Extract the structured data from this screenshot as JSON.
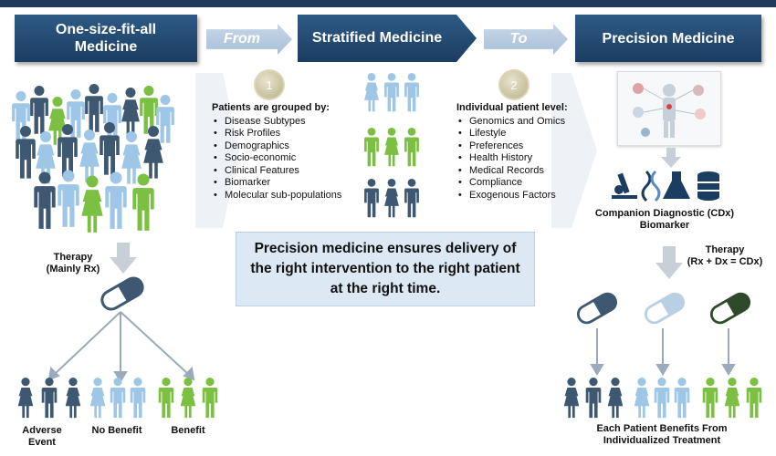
{
  "headers": {
    "one_size": "One-size-fit-all Medicine",
    "from": "From",
    "stratified": "Stratified Medicine",
    "to": "To",
    "precision": "Precision Medicine"
  },
  "steps": {
    "one": "1",
    "two": "2"
  },
  "stratified_list": {
    "title": "Patients are grouped by:",
    "items": [
      "Disease Subtypes",
      "Risk Profiles",
      "Demographics",
      "Socio-economic",
      "Clinical Features",
      "Biomarker",
      "Molecular sub-populations"
    ]
  },
  "precision_list": {
    "title": "Individual patient level:",
    "items": [
      "Genomics and Omics",
      "Lifestyle",
      "Preferences",
      "Health History",
      "Medical Records",
      "Compliance",
      "Exogenous Factors"
    ]
  },
  "message": "Precision medicine ensures delivery of the right intervention to the right patient at the right time.",
  "left": {
    "therapy": "Therapy",
    "therapy_sub": "(Mainly Rx)",
    "outcomes": [
      "Adverse Event",
      "No Benefit",
      "Benefit"
    ]
  },
  "right": {
    "cdx": "Companion Diagnostic (CDx)",
    "biomarker": "Biomarker",
    "therapy": "Therapy",
    "therapy_sub": "(Rx + Dx = CDx)",
    "footer": "Each Patient Benefits From Individualized Treatment"
  },
  "colors": {
    "navy": "#1c3d62",
    "dark_person": "#3f5872",
    "light_person": "#9ec6e6",
    "green_person": "#7cc043",
    "message_bg": "#dce8f4"
  }
}
